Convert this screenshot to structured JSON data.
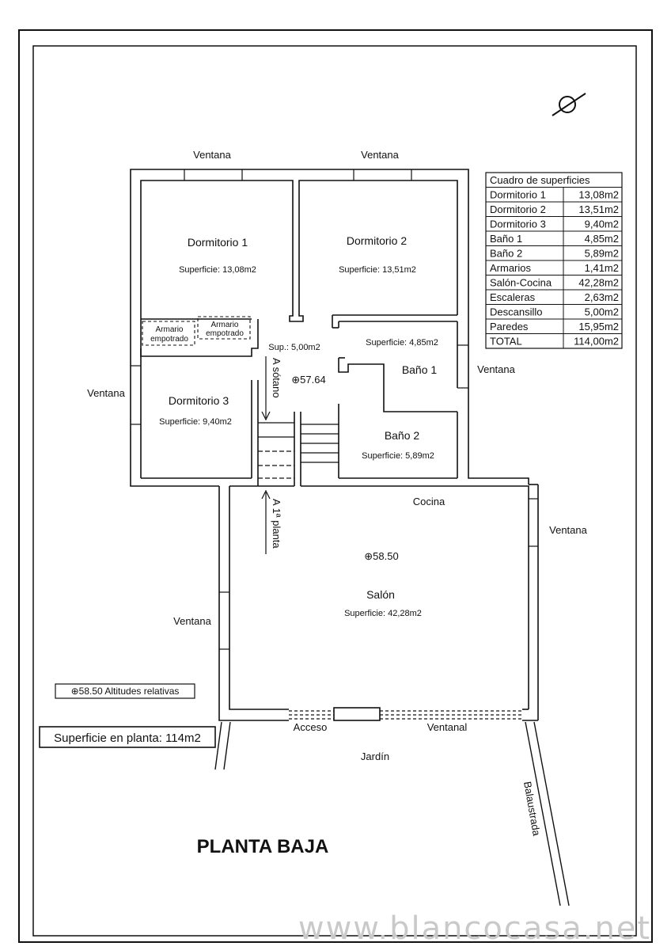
{
  "plan": {
    "title": "PLANTA BAJA",
    "watermark": "www.blancocasa.net",
    "north_symbol": "north-arrow",
    "windows": [
      "Ventana",
      "Ventana",
      "Ventana",
      "Ventana",
      "Ventana",
      "Ventana"
    ],
    "rooms": {
      "dormitorio1": {
        "name": "Dormitorio 1",
        "area": "Superficie: 13,08m2"
      },
      "dormitorio2": {
        "name": "Dormitorio 2",
        "area": "Superficie: 13,51m2"
      },
      "dormitorio3": {
        "name": "Dormitorio 3",
        "area": "Superficie: 9,40m2"
      },
      "bano1": {
        "name": "Baño 1",
        "area": "Superficie: 4,85m2"
      },
      "bano2": {
        "name": "Baño 2",
        "area": "Superficie: 5,89m2"
      },
      "salon": {
        "name": "Salón",
        "area": "Superficie: 42,28m2"
      },
      "pasillo": {
        "area": "Sup.: 5,00m2"
      }
    },
    "armario1": [
      "Armario",
      "empotrado"
    ],
    "armario2": [
      "Armario",
      "empotrado"
    ],
    "cocina": "Cocina",
    "stairs": {
      "down": "A sótano",
      "up": "A 1ª planta"
    },
    "levels": {
      "hall": "⊕57.64",
      "salon": "⊕58.50"
    },
    "acceso": "Acceso",
    "ventanal": "Ventanal",
    "jardin": "Jardín",
    "balaustrada": "Balaustrada",
    "legend_altitudes": "⊕58.50 Altitudes relativas",
    "superficie_planta": "Superficie en planta: 114m2"
  },
  "table": {
    "header": "Cuadro de superficies",
    "rows": [
      {
        "label": "Dormitorio 1",
        "value": "13,08m2"
      },
      {
        "label": "Dormitorio 2",
        "value": "13,51m2"
      },
      {
        "label": "Dormitorio 3",
        "value": "9,40m2"
      },
      {
        "label": "Baño 1",
        "value": "4,85m2"
      },
      {
        "label": "Baño 2",
        "value": "5,89m2"
      },
      {
        "label": "Armarios",
        "value": "1,41m2"
      },
      {
        "label": "Salón-Cocina",
        "value": "42,28m2"
      },
      {
        "label": "Escaleras",
        "value": "2,63m2"
      },
      {
        "label": "Descansillo",
        "value": "5,00m2"
      },
      {
        "label": "Paredes",
        "value": "15,95m2"
      },
      {
        "label": "TOTAL",
        "value": "114,00m2"
      }
    ]
  }
}
